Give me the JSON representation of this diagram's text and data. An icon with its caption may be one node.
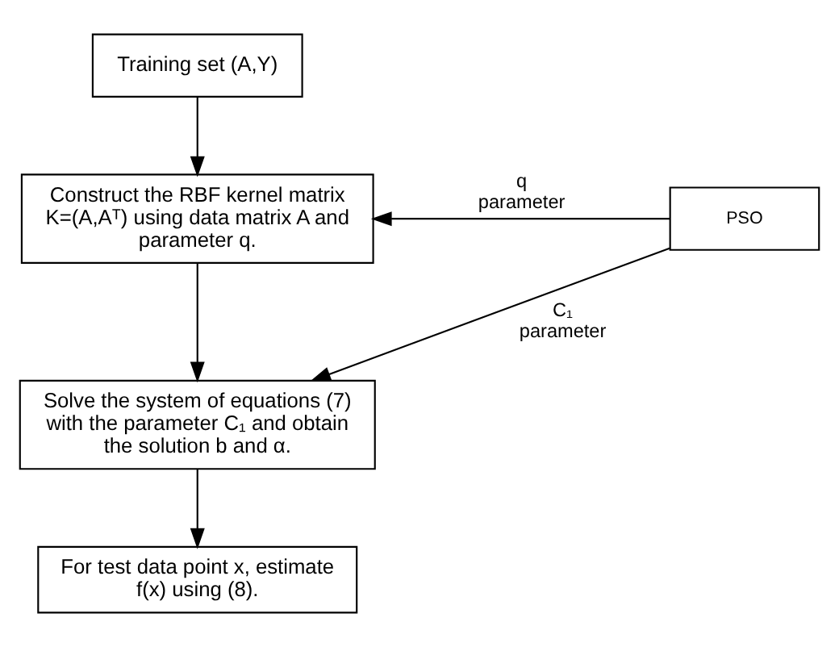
{
  "diagram": {
    "nodes": [
      {
        "text": [
          "Training set (A,Y)"
        ]
      },
      {
        "text": [
          "Construct the RBF kernel matrix K=(A,Aᵀ) using data matrix A and parameter q."
        ]
      },
      {
        "text": [
          "Solve the system of equations (7) with the parameter C₁ and obtain the solution b and α."
        ]
      },
      {
        "text": [
          "For test data point x, estimate f(x) using (8)."
        ]
      },
      {
        "text": [
          "PSO"
        ]
      }
    ],
    "edges": [
      {
        "from": 0,
        "to": 1,
        "arrow": "to"
      },
      {
        "from": 1,
        "to": 2,
        "arrow": "to"
      },
      {
        "from": 2,
        "to": 3,
        "arrow": "to"
      },
      {
        "from": 4,
        "to": 1,
        "arrow": "to",
        "label": "q parameter"
      },
      {
        "from": 4,
        "to": 2,
        "arrow": "to",
        "label": "C₁ parameter"
      }
    ]
  }
}
